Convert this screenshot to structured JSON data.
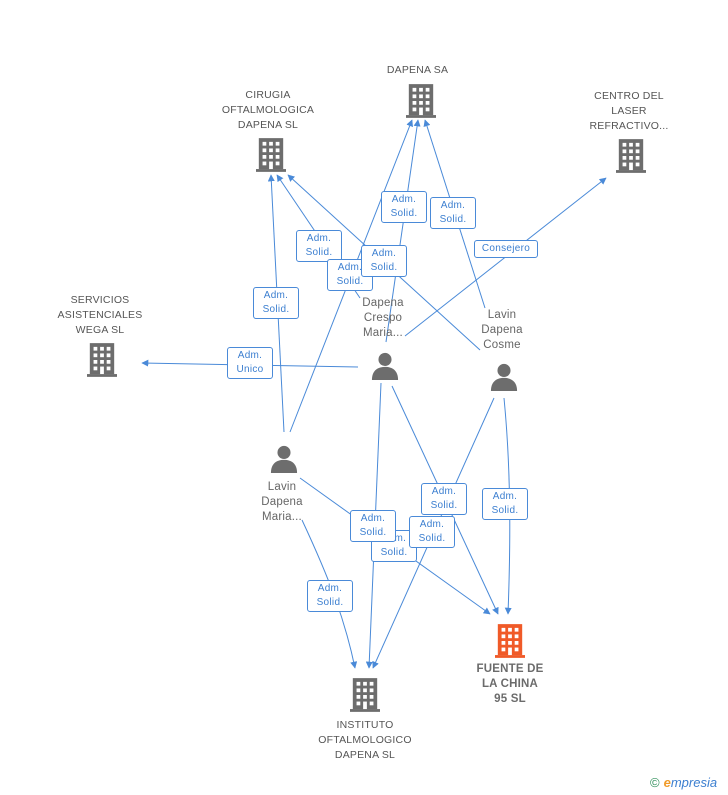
{
  "colors": {
    "edge": "#4a8ad8",
    "building": "#6d6d6d",
    "focus": "#f05a28",
    "person": "#6d6d6d"
  },
  "nodes": [
    {
      "id": "dapena_sa",
      "type": "building",
      "lines": [
        "DAPENA SA"
      ]
    },
    {
      "id": "cirugia",
      "type": "building",
      "lines": [
        "CIRUGIA",
        "OFTALMOLOGICA",
        "DAPENA SL"
      ]
    },
    {
      "id": "centro",
      "type": "building",
      "lines": [
        "CENTRO DEL",
        "LASER",
        "REFRACTIVO..."
      ]
    },
    {
      "id": "servicios",
      "type": "building",
      "lines": [
        "SERVICIOS",
        "ASISTENCIALES",
        "WEGA SL"
      ]
    },
    {
      "id": "crespo",
      "type": "person",
      "lines": [
        "Dapena",
        "Crespo",
        "Maria..."
      ]
    },
    {
      "id": "cosme",
      "type": "person",
      "lines": [
        "Lavin",
        "Dapena",
        "Cosme"
      ]
    },
    {
      "id": "lavin_maria",
      "type": "person",
      "lines": [
        "Lavin",
        "Dapena",
        "Maria..."
      ]
    },
    {
      "id": "fuente",
      "type": "focus",
      "lines": [
        "FUENTE DE",
        "LA CHINA",
        "95 SL"
      ]
    },
    {
      "id": "instituto",
      "type": "building",
      "lines": [
        "INSTITUTO",
        "OFTALMOLOGICO",
        "DAPENA SL"
      ]
    }
  ],
  "edge_labels": [
    {
      "id": "l1",
      "lines": [
        "Adm.",
        "Solid."
      ]
    },
    {
      "id": "l2",
      "lines": [
        "Adm.",
        "Solid."
      ]
    },
    {
      "id": "l3",
      "lines": [
        "Consejero"
      ]
    },
    {
      "id": "l4",
      "lines": [
        "Adm.",
        "Solid."
      ]
    },
    {
      "id": "l5",
      "lines": [
        "Adm.",
        "Solid."
      ]
    },
    {
      "id": "l6",
      "lines": [
        "Adm.",
        "Solid."
      ]
    },
    {
      "id": "l7",
      "lines": [
        "Adm.",
        "Solid."
      ]
    },
    {
      "id": "l8",
      "lines": [
        "Adm.",
        "Unico"
      ]
    },
    {
      "id": "l9",
      "lines": [
        "Adm.",
        "Solid."
      ]
    },
    {
      "id": "l10",
      "lines": [
        "Adm.",
        "Solid."
      ]
    },
    {
      "id": "l11",
      "lines": [
        "Adm.",
        "Solid."
      ]
    },
    {
      "id": "l12",
      "lines": [
        "Adm.",
        "Solid."
      ]
    },
    {
      "id": "l13",
      "lines": [
        "Adm.",
        "Solid."
      ]
    },
    {
      "id": "l14",
      "lines": [
        "Adm.",
        "Solid."
      ]
    }
  ],
  "brand": {
    "copyright": "©",
    "e": "e",
    "rest": "mpresia"
  }
}
